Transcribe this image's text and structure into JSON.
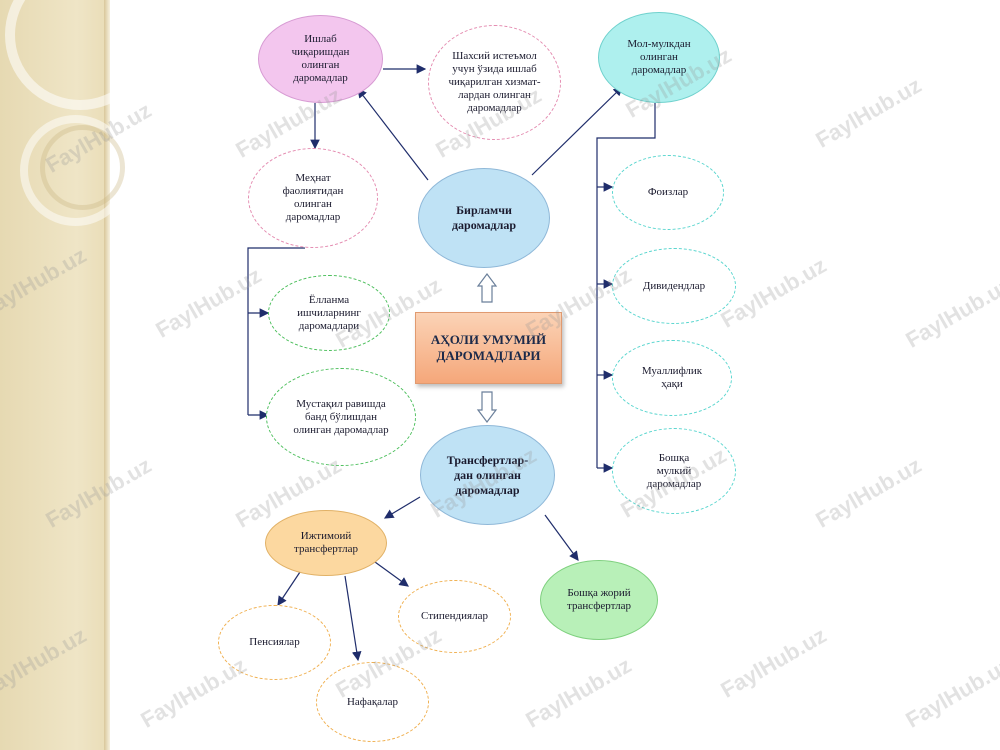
{
  "watermark": "FaylHub.uz",
  "colors": {
    "pink": "#f3c6ee",
    "aqua": "#aef0ee",
    "blue": "#bfe2f5",
    "orange": "#fcd8a0",
    "green": "#b8f0b8",
    "center": "#f8bc96",
    "line": "#1f2d6b"
  },
  "center": {
    "label": "АҲОЛИ УМУМИЙ ДАРОМАДЛАРИ"
  },
  "nodes": {
    "primary": "Бирламчи\nдаромадлар",
    "transfers": "Трансфертлар-\nдан олинган\nдаромадлар",
    "production": "Ишлаб\nчиқаришдан\nолинган\nдаромадлар",
    "personal_use": "Шахсий истеъмол\nучун ўзида ишлаб\nчиқарилган хизмат-\nлардан олинган\nдаромадлар",
    "property": "Мол-мулкдан\nолинган\nдаромадлар",
    "labor": "Меҳнат\nфаолиятидан\nолинган\nдаромадлар",
    "hired": "Ёлланма\nишчиларнинг\nдаромадлари",
    "self_employed": "Мустақил равишда\nбанд бўлишдан\nолинган даромадлар",
    "interest": "Фоизлар",
    "dividends": "Дивидендлар",
    "royalty": "Муаллифлик\nҳақи",
    "other_property": "Бошқа\nмулкий\nдаромадлар",
    "social": "Ижтимоий\nтрансфертлар",
    "other_transfers": "Бошқа жорий\nтрансфертлар",
    "pensions": "Пенсиялар",
    "stipends": "Стипендиялар",
    "allowances": "Нафақалар"
  }
}
